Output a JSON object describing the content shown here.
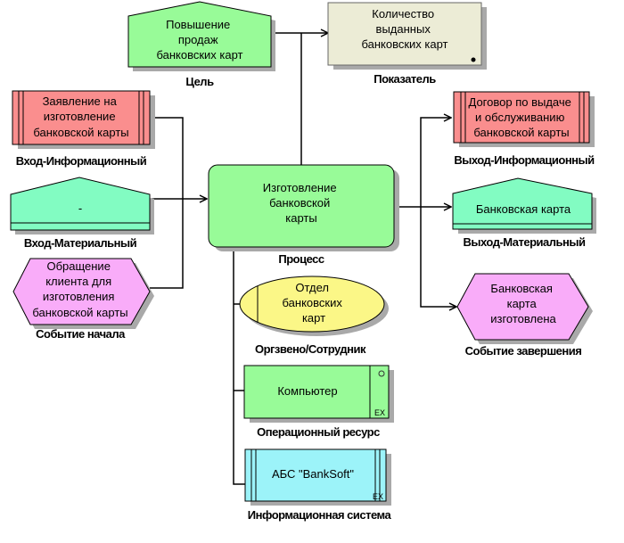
{
  "diagram": {
    "type": "eEPC function allocation diagram",
    "colors": {
      "goal": "#98fb98",
      "indicator": "#ececd6",
      "info_input": "#fa8e8e",
      "material": "#82fcc2",
      "event": "#f9acf9",
      "process": "#98fb98",
      "org_unit": "#fbf787",
      "resource": "#98fb98",
      "info_system": "#9cf3f9",
      "line": "#000000",
      "shadow": "#a9a9a9"
    },
    "nodes": {
      "goal": {
        "text": [
          "Повышение",
          "продаж",
          "банковских карт"
        ],
        "caption": "Цель"
      },
      "indicator": {
        "text": [
          "Количество",
          "выданных",
          "банковских карт"
        ],
        "caption": "Показатель"
      },
      "input_info": {
        "text": [
          "Заявление на",
          "изготовление",
          "банковской карты"
        ],
        "caption": "Вход-Информационный"
      },
      "input_material": {
        "text": [
          "-"
        ],
        "caption": "Вход-Материальный"
      },
      "start_event": {
        "text": [
          "Обращение",
          "клиента для",
          "изготовления",
          "банковской карты"
        ],
        "caption": "Событие начала"
      },
      "process": {
        "text": [
          "Изготовление",
          "банковской",
          "карты"
        ],
        "caption": "Процесс"
      },
      "output_info": {
        "text": [
          "Договор по выдаче",
          "и обслуживанию",
          "банковской карты"
        ],
        "caption": "Выход-Информационный"
      },
      "output_material": {
        "text": [
          "Банковская карта"
        ],
        "caption": "Выход-Материальный"
      },
      "end_event": {
        "text": [
          "Банковская",
          "карта",
          "изготовлена"
        ],
        "caption": "Событие завершения"
      },
      "org_unit": {
        "text": [
          "Отдел",
          "банковских",
          "карт"
        ],
        "caption": "Оргзвено/Сотрудник"
      },
      "resource": {
        "text": [
          "Компьютер"
        ],
        "caption": "Операционный ресурс",
        "tag": "EX"
      },
      "info_system": {
        "text": [
          "АБС \"BankSoft\""
        ],
        "caption": "Информационная система",
        "tag": "EX"
      }
    }
  }
}
